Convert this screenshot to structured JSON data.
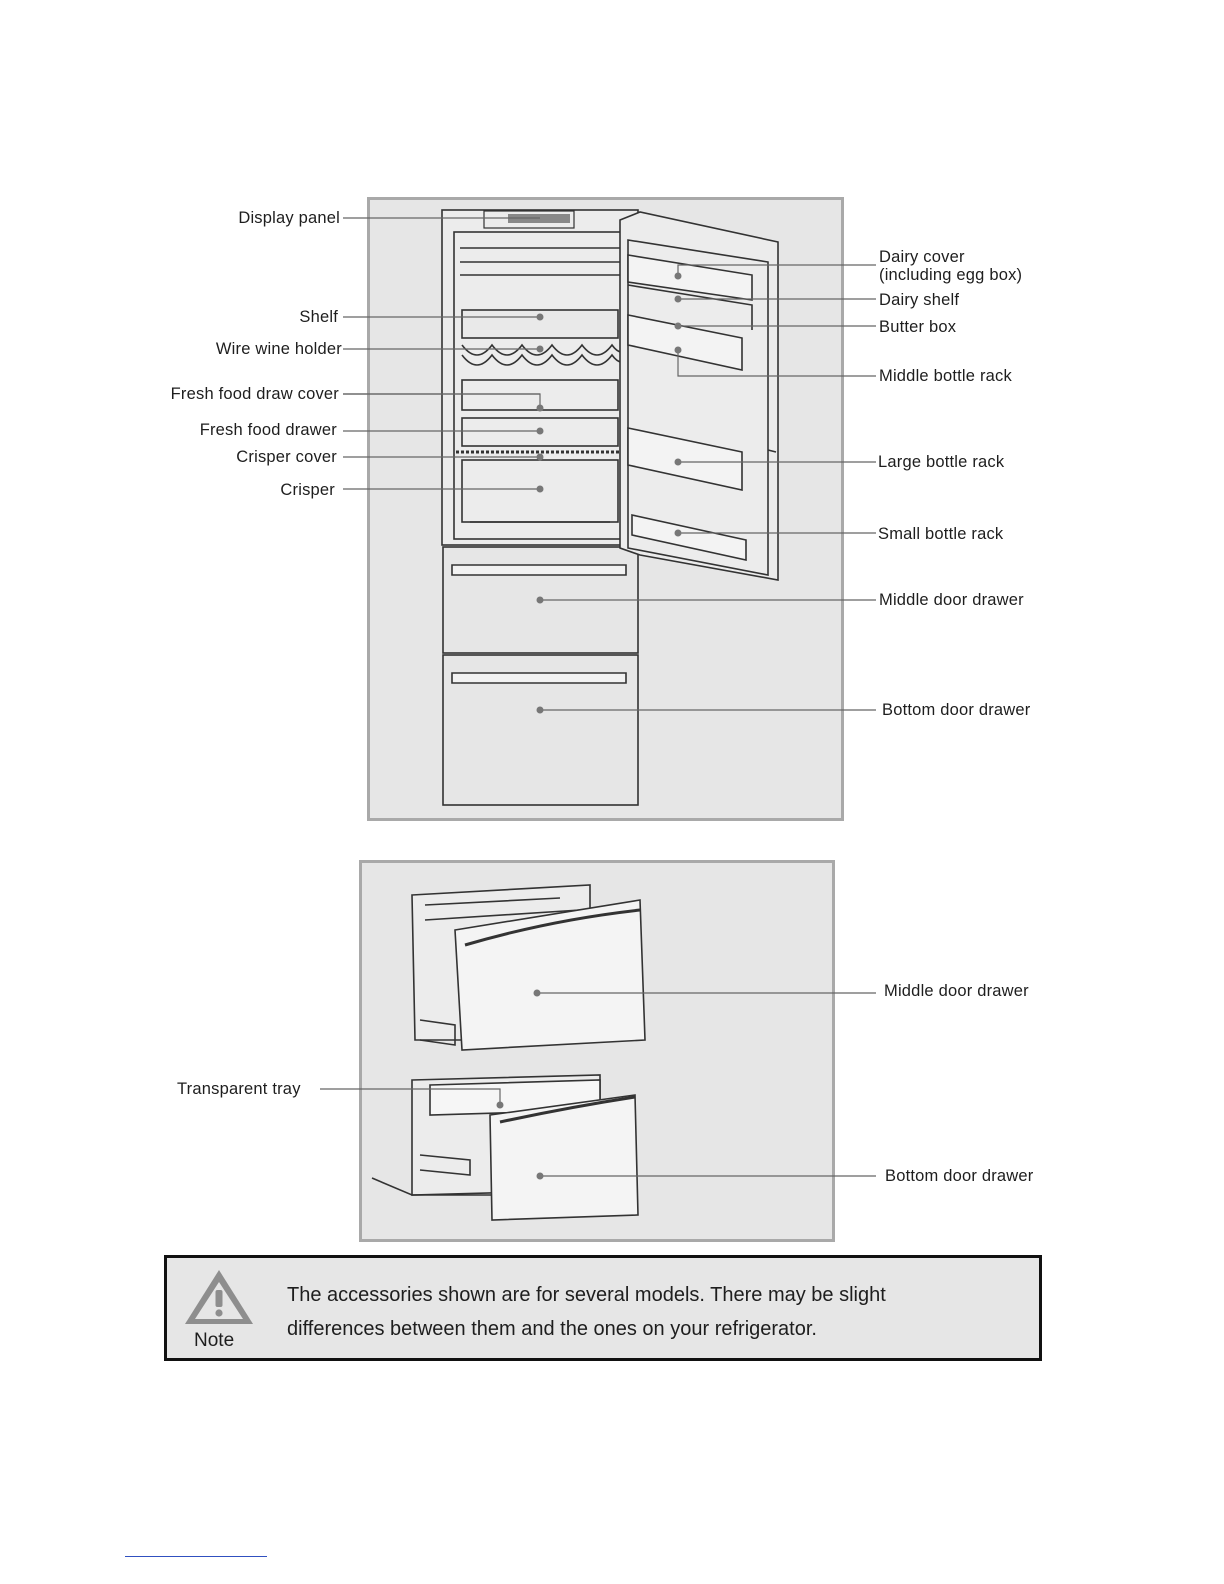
{
  "top_diagram": {
    "labels_left": [
      {
        "id": "display-panel",
        "text": "Display panel"
      },
      {
        "id": "shelf",
        "text": "Shelf"
      },
      {
        "id": "wire-wine-holder",
        "text": "Wire wine holder"
      },
      {
        "id": "fresh-food-draw-cover",
        "text": "Fresh food draw cover"
      },
      {
        "id": "fresh-food-drawer",
        "text": "Fresh food drawer"
      },
      {
        "id": "crisper-cover",
        "text": "Crisper cover"
      },
      {
        "id": "crisper",
        "text": "Crisper"
      }
    ],
    "labels_right": [
      {
        "id": "dairy-cover",
        "text": "Dairy cover",
        "text2": "(including egg box)"
      },
      {
        "id": "dairy-shelf",
        "text": "Dairy shelf"
      },
      {
        "id": "butter-box",
        "text": "Butter box"
      },
      {
        "id": "middle-bottle-rack",
        "text": "Middle bottle rack"
      },
      {
        "id": "large-bottle-rack",
        "text": "Large bottle rack"
      },
      {
        "id": "small-bottle-rack",
        "text": "Small bottle rack"
      },
      {
        "id": "middle-door-drawer",
        "text": "Middle door drawer"
      },
      {
        "id": "bottom-door-drawer",
        "text": "Bottom door drawer"
      }
    ]
  },
  "bottom_diagram": {
    "labels": [
      {
        "id": "middle-door-drawer-2",
        "text": "Middle door drawer"
      },
      {
        "id": "transparent-tray",
        "text": "Transparent tray"
      },
      {
        "id": "bottom-door-drawer-2",
        "text": "Bottom door drawer"
      }
    ]
  },
  "note": {
    "icon": "warning-triangle-icon",
    "label": "Note",
    "line1": "The accessories shown are for several models. There may be slight",
    "line2": "differences between them and the ones on your refrigerator."
  }
}
